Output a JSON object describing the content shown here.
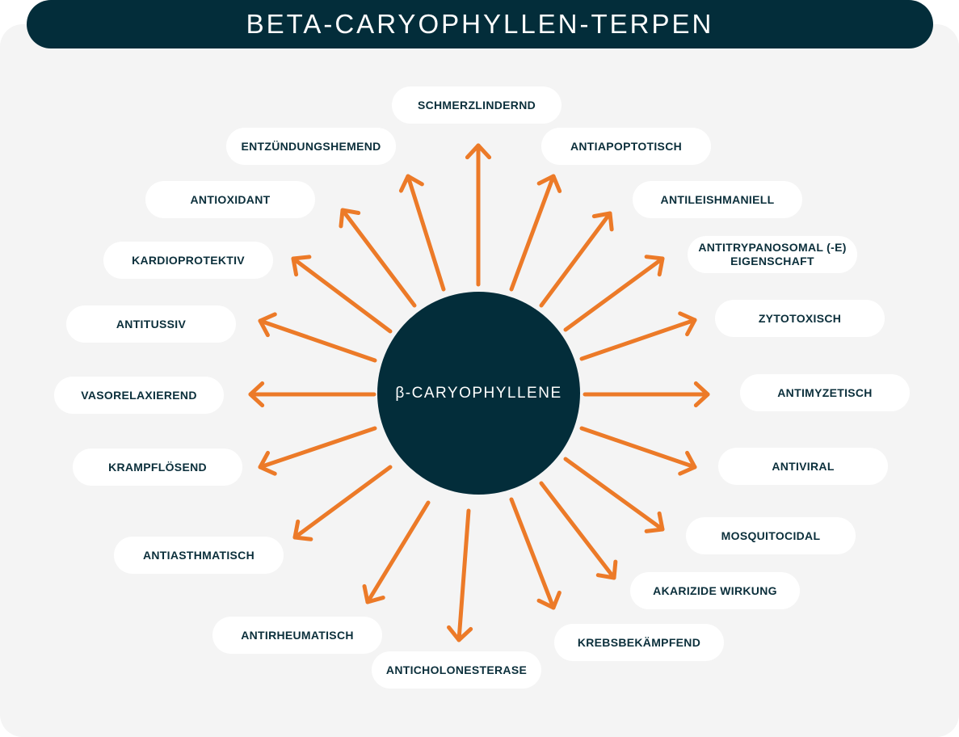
{
  "title": "BETA-CARYOPHYLLEN-TERPEN",
  "center_label": "β-CARYOPHYLLENE",
  "colors": {
    "dark": "#032d3a",
    "arrow": "#ec7a28",
    "panel": "#f4f4f4"
  },
  "properties": {
    "schmerzlindernd": "SCHMERZLINDERND",
    "entzuendungshemend": "ENTZÜNDUNGSHEMEND",
    "antiapoptotisch": "ANTIAPOPTOTISCH",
    "antioxidant": "ANTIOXIDANT",
    "antileishmaniell": "ANTILEISHMANIELL",
    "kardioprotektiv": "KARDIOPROTEKTIV",
    "antitrypanosomal_line1": "ANTITRYPANOSOMAL (-E)",
    "antitrypanosomal_line2": "EIGENSCHAFT",
    "antitussiv": "ANTITUSSIV",
    "zytotoxisch": "ZYTOTOXISCH",
    "vasorelaxierend": "VASORELAXIEREND",
    "antimyzetisch": "ANTIMYZETISCH",
    "krampfloesend": "KRAMPFLÖSEND",
    "antiviral": "ANTIVIRAL",
    "mosquitocidal": "MOSQUITOCIDAL",
    "antiasthmatisch": "ANTIASTHMATISCH",
    "akarizide_wirkung": "AKARIZIDE WIRKUNG",
    "antirheumatisch": "ANTIRHEUMATISCH",
    "krebsbekaempfend": "KREBSBEKÄMPFEND",
    "anticholonesterase": "ANTICHOLONESTERASE"
  }
}
